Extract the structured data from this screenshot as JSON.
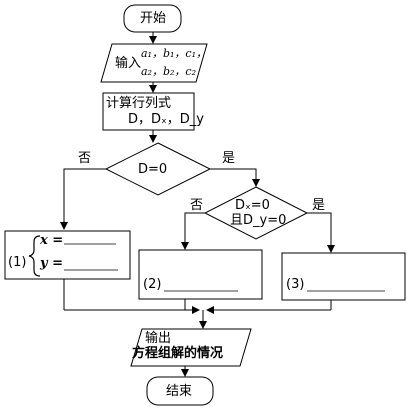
{
  "flowchart": {
    "start": "开始",
    "input": {
      "label": "输入",
      "line1": "a₁，b₁，c₁，",
      "line2": "a₂，b₂，c₂"
    },
    "compute": {
      "line1": "计算行列式",
      "line2": "D，Dₓ，D_y"
    },
    "decision1": {
      "text": "D=0",
      "no": "否",
      "yes": "是"
    },
    "decision2": {
      "line1": "Dₓ=0",
      "line2": "且D_y=0",
      "no": "否",
      "yes": "是"
    },
    "box1": {
      "number": "(1)",
      "x_label": "x =",
      "y_label": "y ="
    },
    "box2": {
      "number": "(2)"
    },
    "box3": {
      "number": "(3)"
    },
    "output": {
      "line1": "输出",
      "line2": "方程组解的情况"
    },
    "end": "结束"
  }
}
